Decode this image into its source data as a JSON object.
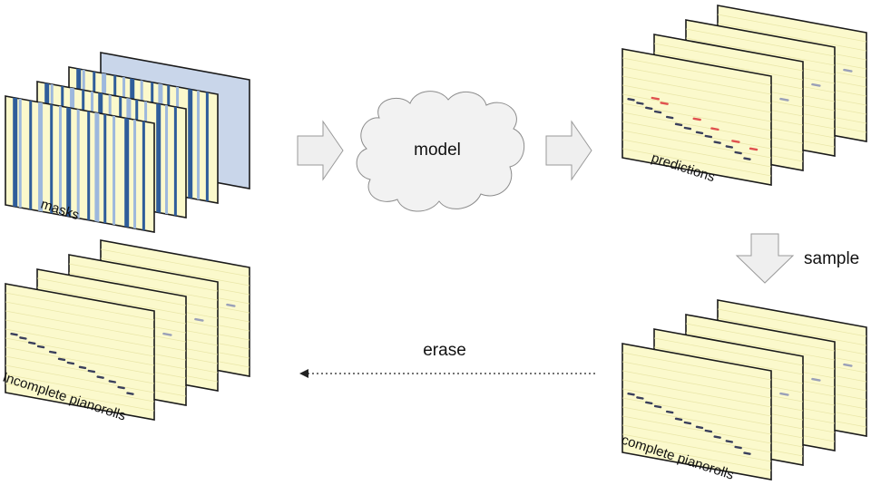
{
  "labels": {
    "masks": "masks",
    "model": "model",
    "predictions": "predictions",
    "sample": "sample",
    "erase": "erase",
    "incomplete": "Incomplete pianorolls",
    "complete": "complete pianorolls"
  },
  "colors": {
    "sheet_fill": "#fbf9cc",
    "sheet_stroke": "#1a1a1a",
    "mask_back_fill": "#c9d6ea",
    "mask_bar_dark": "#2f5d9a",
    "mask_bar_light": "#9db8dd",
    "note_dark": "#3a3f5c",
    "note_red": "#e0514f",
    "arrow_fill": "#efefef",
    "arrow_stroke": "#9a9a9a",
    "cloud_fill": "#f2f2f2",
    "cloud_stroke": "#8c8c8c"
  }
}
